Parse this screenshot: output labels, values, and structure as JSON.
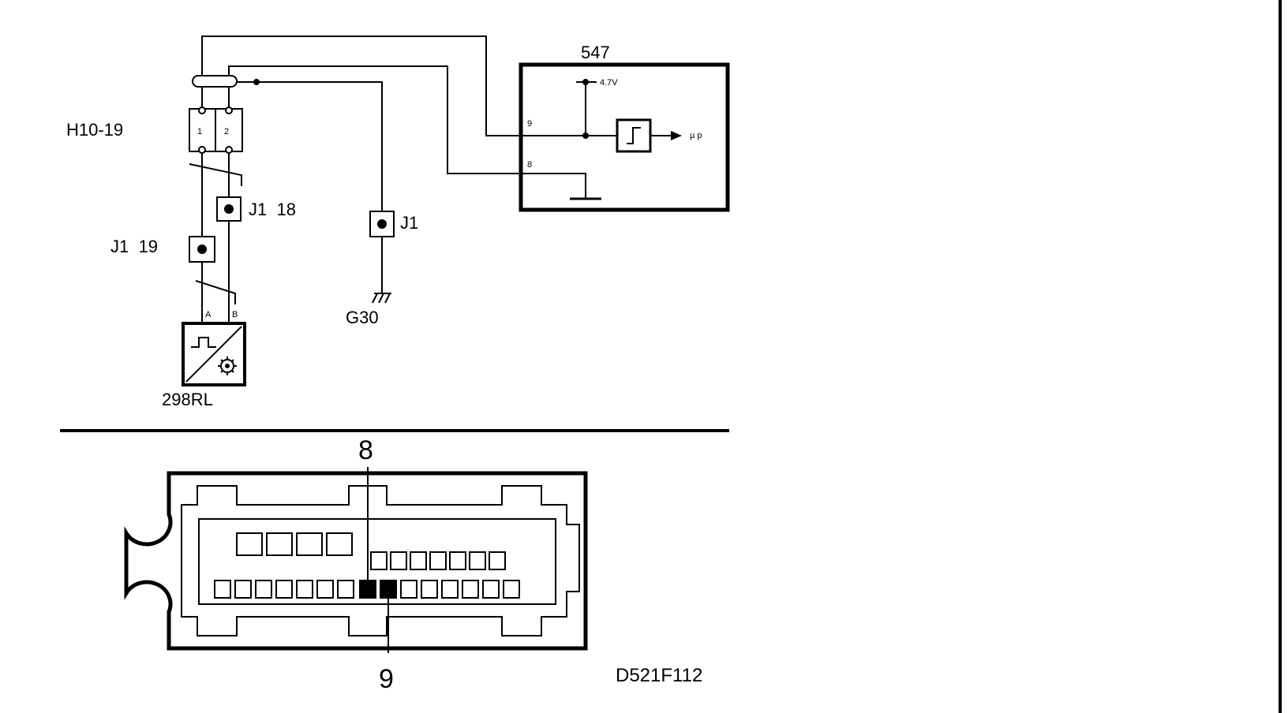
{
  "labels": {
    "ecu": "547",
    "ref_voltage": "4.7V",
    "ecu_pin_9": "9",
    "ecu_pin_8": "8",
    "micro": "µ p",
    "connector_h": "H10-19",
    "connector_h_pin_1": "1",
    "connector_h_pin_2": "2",
    "j1_18": "J1  18",
    "j1_19": "J1  19",
    "j1": "J1",
    "ground": "G30",
    "sensor": "298RL",
    "sensor_pin_a": "A",
    "sensor_pin_b": "B",
    "callout_8": "8",
    "callout_9": "9",
    "figure_id": "D521F112"
  }
}
